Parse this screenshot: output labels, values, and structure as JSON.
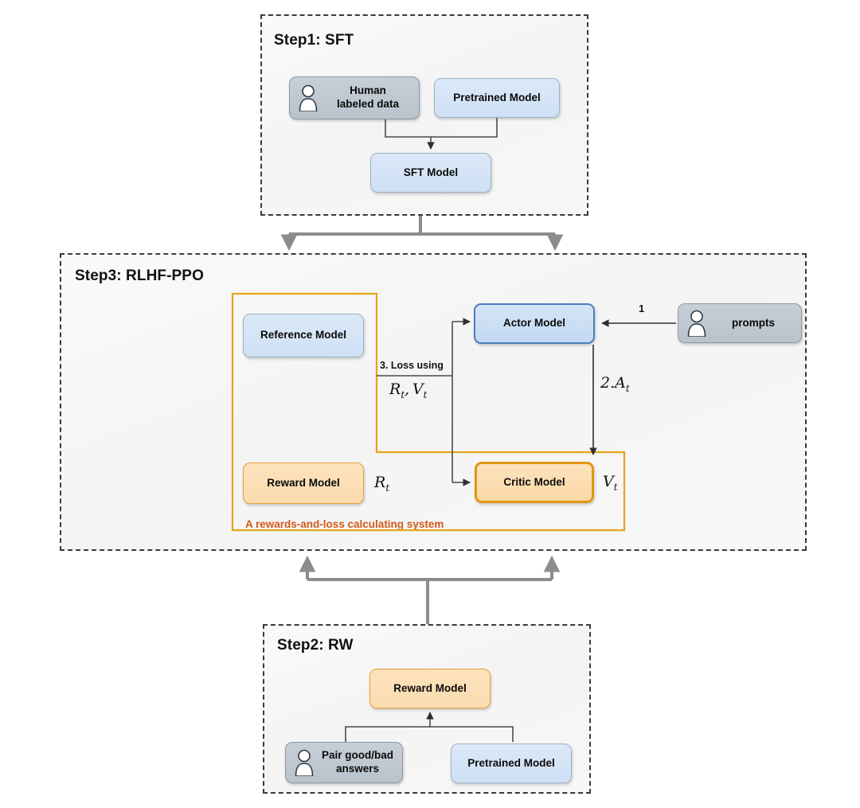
{
  "diagram": {
    "title": "RLHF three-step training pipeline",
    "colors": {
      "blue_fill": "#d5e4f7",
      "blue_border": "#9fb3c8",
      "blue_border_strong": "#4a7fbf",
      "gray_fill": "#c0c9d2",
      "gray_border": "#8d99a5",
      "orange_fill": "#fde0b8",
      "orange_border": "#e3a33c",
      "orange_border_strong": "#e09612",
      "system_caption": "#d2591b",
      "connector_gray": "#8c8c8c",
      "connector_dark": "#3a3a3a",
      "dashed_border": "#3a3a3a"
    }
  },
  "step1": {
    "title": "Step1: SFT",
    "nodes": {
      "human_data": {
        "label": "Human\nlabeled data",
        "icon": "person-icon",
        "style": "gray"
      },
      "pretrained_model": {
        "label": "Pretrained Model",
        "style": "blue"
      },
      "sft_model": {
        "label": "SFT Model",
        "style": "blue"
      }
    }
  },
  "step3": {
    "title": "Step3: RLHF-PPO",
    "nodes": {
      "reference_model": {
        "label": "Reference Model",
        "style": "blue"
      },
      "actor_model": {
        "label": "Actor Model",
        "style": "blue-strong"
      },
      "prompts": {
        "label": "prompts",
        "icon": "person-icon",
        "style": "gray"
      },
      "reward_model": {
        "label": "Reward Model",
        "style": "orange"
      },
      "critic_model": {
        "label": "Critic Model",
        "style": "orange-strong"
      }
    },
    "labels": {
      "edge_1": "1",
      "edge_2_advantage": "2.A",
      "edge_2_advantage_sub": "t",
      "loss_line1": "3. Loss using",
      "loss_line2_r": "R",
      "loss_line2_r_sub": "t",
      "loss_line2_sep": ",",
      "loss_line2_v": "V",
      "loss_line2_v_sub": "t",
      "reward_out": "R",
      "reward_out_sub": "t",
      "critic_out": "V",
      "critic_out_sub": "t",
      "system_caption": "A rewards-and-loss calculating system"
    }
  },
  "step2": {
    "title": "Step2: RW",
    "nodes": {
      "reward_model": {
        "label": "Reward Model",
        "style": "orange"
      },
      "pair_answers": {
        "label": "Pair good/bad\nanswers",
        "icon": "person-icon",
        "style": "gray"
      },
      "pretrained_model": {
        "label": "Pretrained Model",
        "style": "blue"
      }
    }
  },
  "connectors": {
    "step1_to_step3": "fork-down-two-arrows",
    "step2_to_step3": "fork-up-two-arrows"
  }
}
